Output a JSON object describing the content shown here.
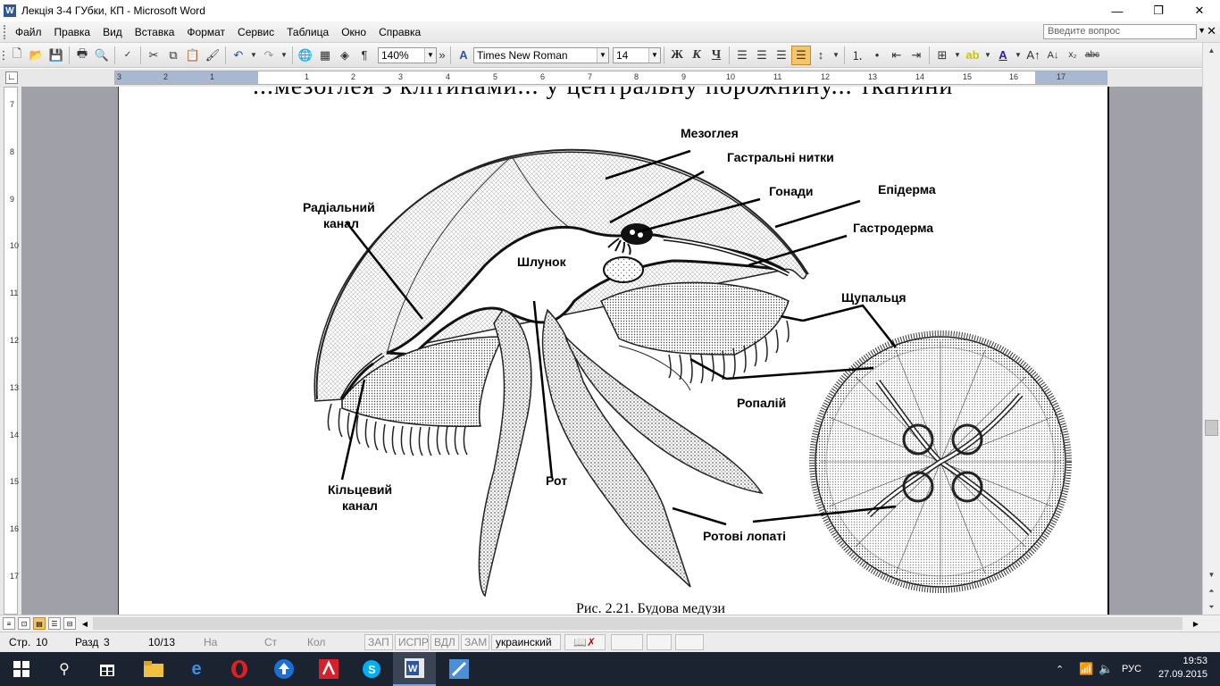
{
  "window": {
    "title": "Лекція 3-4 ГУбки, КП - Microsoft Word",
    "icon": "word-icon",
    "minimize": "—",
    "maximize": "❐",
    "close": "✕"
  },
  "menu": {
    "items": [
      "Файл",
      "Правка",
      "Вид",
      "Вставка",
      "Формат",
      "Сервис",
      "Таблица",
      "Окно",
      "Справка"
    ],
    "ask_placeholder": "Введите вопрос"
  },
  "toolbar": {
    "zoom": "140%",
    "font": "Times New Roman",
    "size": "14",
    "bold": "Ж",
    "italic": "К",
    "underline": "Ч",
    "paragraph_mark": "¶"
  },
  "ruler": {
    "numbers": [
      "3",
      "2",
      "1",
      "1",
      "2",
      "3",
      "4",
      "5",
      "6",
      "7",
      "8",
      "9",
      "10",
      "11",
      "12",
      "13",
      "14",
      "15",
      "16",
      "17"
    ],
    "vnumbers": [
      "7",
      "8",
      "9",
      "10",
      "11",
      "12",
      "13",
      "14",
      "15",
      "16",
      "17"
    ]
  },
  "document": {
    "heading_cut": "...мезоглея з клітинами... у центральну порожнину... тканини",
    "caption": "Рис. 2.21. Будова медузи",
    "labels": {
      "mesoglea": "Мезоглея",
      "gastral_threads": "Гастральні нитки",
      "gonads": "Гонади",
      "epidermis": "Епідерма",
      "gastroderm": "Гастродерма",
      "radial_canal_1": "Радіальний",
      "radial_canal_2": "канал",
      "stomach": "Шлунок",
      "tentacles": "Щупальця",
      "ropaliy": "Ропалій",
      "ring_canal_1": "Кільцевий",
      "ring_canal_2": "канал",
      "mouth": "Рот",
      "oral_lobes": "Ротові лопаті"
    }
  },
  "status": {
    "page": "Стр.",
    "page_num": "10",
    "section": "Разд",
    "section_num": "3",
    "pages": "10/13",
    "at": "На",
    "line": "Ст",
    "col": "Кол",
    "rec": "ЗАП",
    "trk": "ИСПР",
    "ext": "ВДЛ",
    "ovr": "ЗАМ",
    "language": "украинский"
  },
  "taskbar": {
    "lang": "РУС",
    "time": "19:53",
    "date": "27.09.2015"
  },
  "colors": {
    "title_bg": "#ffffff",
    "taskbar_bg": "#1b2230",
    "doc_bg": "#a0a0a8",
    "active_btn": "#f5c56a"
  }
}
